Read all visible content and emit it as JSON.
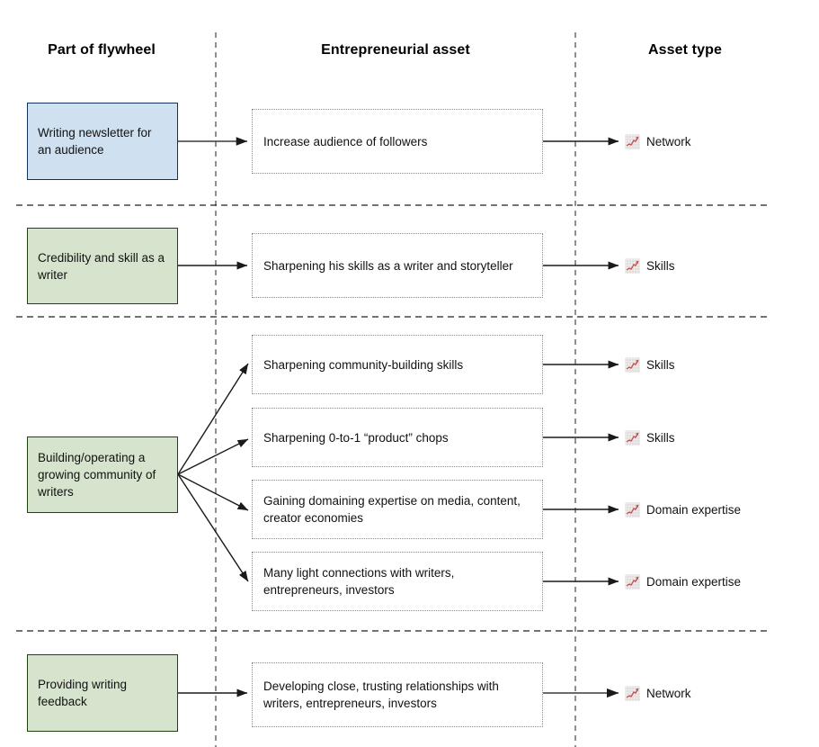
{
  "columns": [
    {
      "title": "Part of flywheel"
    },
    {
      "title": "Entrepreneurial asset"
    },
    {
      "title": "Asset type"
    }
  ],
  "icons": {
    "asset_type_icon": "chart-increasing-icon"
  },
  "colors": {
    "blue_fill": "#cfe0f0",
    "blue_border": "#10335c",
    "green_fill": "#d6e4cd",
    "green_border": "#21410f",
    "dotted_border": "#8a8a8a",
    "divider": "#333333",
    "arrow": "#1a1a1a"
  },
  "rows": [
    {
      "flywheel": "Writing newsletter for an audience",
      "flywheel_color": "blue",
      "assets": [
        {
          "text": "Increase audience of followers",
          "type": "Network"
        }
      ]
    },
    {
      "flywheel": "Credibility and skill as a writer",
      "flywheel_color": "green",
      "assets": [
        {
          "text": "Sharpening his skills as a writer and storyteller",
          "type": "Skills"
        }
      ]
    },
    {
      "flywheel": "Building/operating a growing community of writers",
      "flywheel_color": "green",
      "assets": [
        {
          "text": "Sharpening community-building skills",
          "type": "Skills"
        },
        {
          "text": "Sharpening 0-to-1 “product” chops",
          "type": "Skills"
        },
        {
          "text": "Gaining domaining expertise on media, content, creator economies",
          "type": "Domain expertise"
        },
        {
          "text": "Many light connections with writers, entrepreneurs, investors",
          "type": "Domain expertise"
        }
      ]
    },
    {
      "flywheel": "Providing writing feedback",
      "flywheel_color": "green",
      "assets": [
        {
          "text": "Developing close, trusting relationships with writers, entrepreneurs, investors",
          "type": "Network"
        }
      ]
    }
  ]
}
